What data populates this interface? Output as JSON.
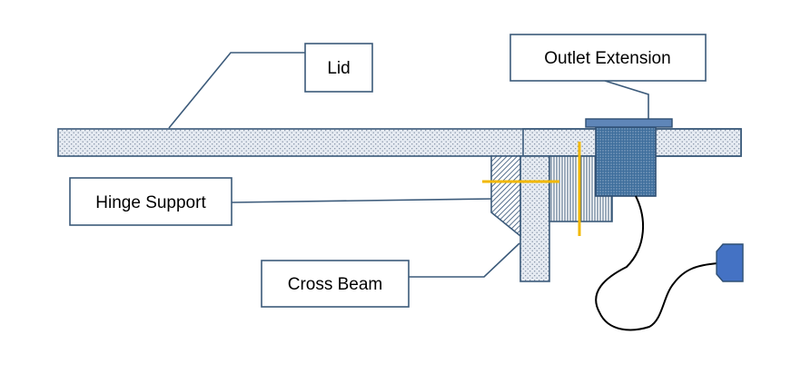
{
  "labels": {
    "lid": "Lid",
    "outlet_extension": "Outlet Extension",
    "hinge_support": "Hinge Support",
    "cross_beam": "Cross Beam"
  },
  "colors": {
    "outline": "#3b5a7a",
    "dotted_fill": "#cfd8e6",
    "dot": "#7e8da3",
    "hatch": "#2f4f73",
    "outlet_blue": "#3e6e9c",
    "cap_blue": "#4472c4",
    "yellow": "#f2b800",
    "leader": "#3b5a7a",
    "cable": "#000000"
  }
}
